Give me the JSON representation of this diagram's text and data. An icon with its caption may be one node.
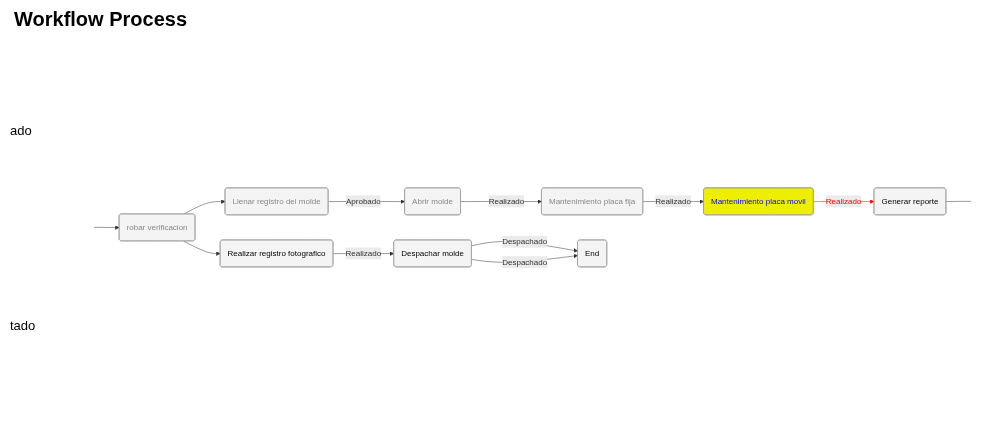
{
  "diagram": {
    "title": "Workflow Process",
    "nodes": [
      {
        "text": [
          "robar verificacion"
        ]
      },
      {
        "text": [
          "Llenar registro del molde"
        ]
      },
      {
        "text": [
          "Abrir molde"
        ]
      },
      {
        "text": [
          "Mantenimiento placa fija"
        ]
      },
      {
        "text": [
          "Mantenimiento placa movil"
        ]
      },
      {
        "text": [
          "Generar reporte"
        ]
      },
      {
        "text": [
          "Realizar registro fotografico"
        ]
      },
      {
        "text": [
          "Despachar molde"
        ]
      },
      {
        "text": [
          "End"
        ]
      }
    ],
    "edges": [
      {
        "from": null,
        "to": 0,
        "arrow": "to"
      },
      {
        "from": 0,
        "to": 1,
        "arrow": "to"
      },
      {
        "from": 1,
        "to": 2,
        "label": "Aprobado",
        "arrow": "to"
      },
      {
        "from": 2,
        "to": 3,
        "label": "Realizado",
        "arrow": "to"
      },
      {
        "from": 3,
        "to": 4,
        "label": "Realizado",
        "arrow": "to"
      },
      {
        "from": 4,
        "to": 5,
        "label": "Realizado",
        "arrow": "to",
        "color": "#ff0000"
      },
      {
        "from": 5,
        "to": null,
        "arrow": "none"
      },
      {
        "from": 0,
        "to": 6,
        "arrow": "to"
      },
      {
        "from": 6,
        "to": 7,
        "label": "Realizado",
        "arrow": "to"
      },
      {
        "from": 7,
        "to": 8,
        "label": "Despachado",
        "arrow": "to"
      },
      {
        "from": 7,
        "to": 8,
        "label": "Despachado",
        "arrow": "to"
      }
    ],
    "labels": [
      "ado",
      "tado"
    ]
  }
}
